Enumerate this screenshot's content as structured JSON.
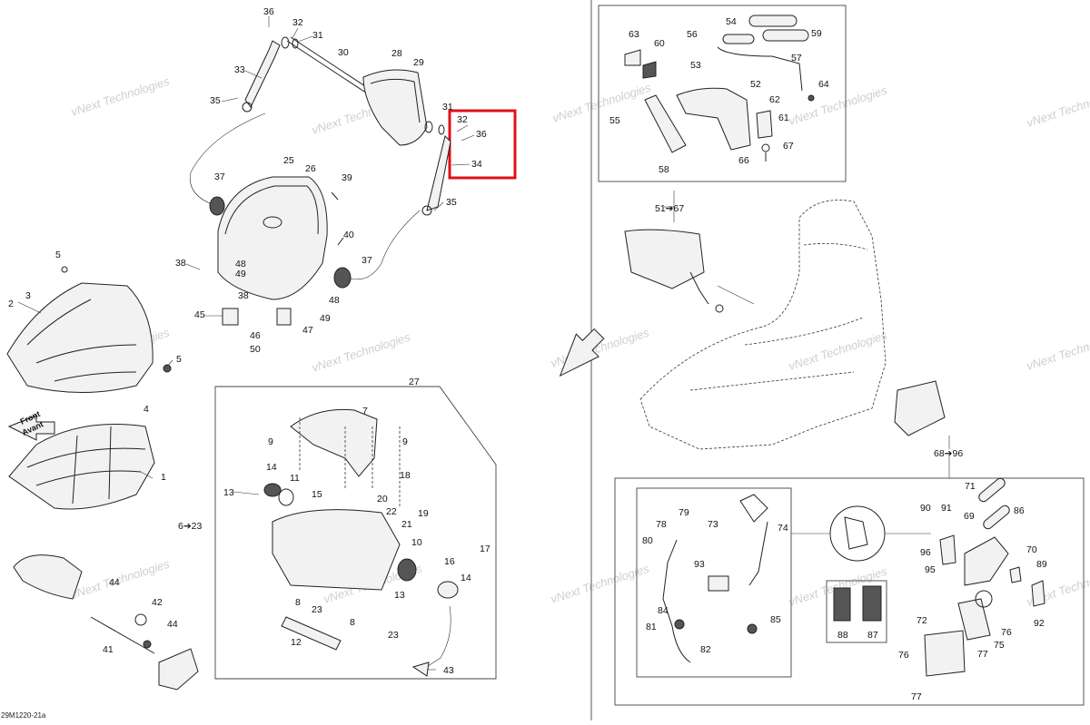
{
  "diagram_code": "29M1220-21a",
  "watermark_text": "vNext Technologies",
  "front_label": [
    "Front",
    "Avant"
  ],
  "highlight_color": "#e0101a",
  "callouts": {
    "c36a": "36",
    "c32a": "32",
    "c31a": "31",
    "c30": "30",
    "c33": "33",
    "c35a": "35",
    "c28": "28",
    "c29": "29",
    "c31b": "31",
    "c32b": "32",
    "c36b": "36",
    "c34": "34",
    "c35b": "35",
    "c37a": "37",
    "c25": "25",
    "c26": "26",
    "c39": "39",
    "c40": "40",
    "c37b": "37",
    "c38a": "38",
    "c48a": "48",
    "c49a": "49",
    "c38b": "38",
    "c48b": "48",
    "c49b": "49",
    "c45": "45",
    "c46": "46",
    "c47": "47",
    "c50": "50",
    "c5a": "5",
    "c3": "3",
    "c2": "2",
    "c5b": "5",
    "c4": "4",
    "c1": "1",
    "c27": "27",
    "c7": "7",
    "c9a": "9",
    "c9b": "9",
    "c14a": "14",
    "c11": "11",
    "c13a": "13",
    "c15": "15",
    "c18": "18",
    "c20": "20",
    "c22": "22",
    "c21": "21",
    "c19": "19",
    "c6to23": "6➔23",
    "c10": "10",
    "c17": "17",
    "c16": "16",
    "c14b": "14",
    "c13b": "13",
    "c8a": "8",
    "c23a": "23",
    "c8b": "8",
    "c23b": "23",
    "c12": "12",
    "c43": "43",
    "c44a": "44",
    "c42": "42",
    "c44b": "44",
    "c41": "41",
    "c63": "63",
    "c60": "60",
    "c54": "54",
    "c56": "56",
    "c59": "59",
    "c57": "57",
    "c53": "53",
    "c52": "52",
    "c64": "64",
    "c55": "55",
    "c62": "62",
    "c61": "61",
    "c67": "67",
    "c58": "58",
    "c66": "66",
    "c51to67": "51➔67",
    "c68to96": "68➔96",
    "c71": "71",
    "c86": "86",
    "c90": "90",
    "c91": "91",
    "c69": "69",
    "c79": "79",
    "c78": "78",
    "c73": "73",
    "c74": "74",
    "c80": "80",
    "c93": "93",
    "c96": "96",
    "c70": "70",
    "c95": "95",
    "c89": "89",
    "c84": "84",
    "c85": "85",
    "c81": "81",
    "c82": "82",
    "c72": "72",
    "c76a": "76",
    "c75": "75",
    "c92": "92",
    "c88": "88",
    "c87": "87",
    "c76b": "76",
    "c77a": "77",
    "c77b": "77"
  }
}
